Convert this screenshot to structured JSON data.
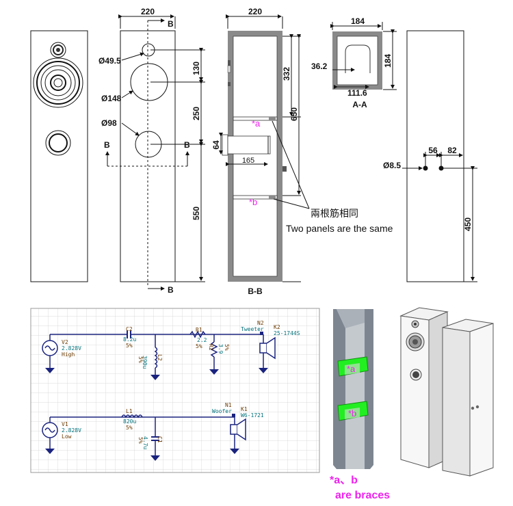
{
  "front_view": {},
  "side_view": {
    "width": "220",
    "section_marker": "B",
    "tweeter_hole": "Ø49.5",
    "mid_hole": "Ø148",
    "woofer_hole": "Ø98",
    "dim_130": "130",
    "dim_250": "250",
    "dim_550": "550"
  },
  "section_bb": {
    "width": "220",
    "dim_332": "332",
    "dim_650": "650",
    "port_height": "64",
    "port_length": "165",
    "brace_a": "*a",
    "brace_b": "*b",
    "title": "B-B",
    "note_cn": "兩根筋相同",
    "note_en": "Two panels are the same"
  },
  "section_aa": {
    "width": "184",
    "height": "184",
    "dim_36": "36.2",
    "dim_111": "111.6",
    "title": "A-A"
  },
  "rear_view": {
    "hole": "Ø8.5",
    "dim_56": "56",
    "dim_82": "82",
    "dim_450": "450"
  },
  "schematic": {
    "high": {
      "source_name": "V2",
      "source_value": "2.828V",
      "source_label": "High",
      "cap_name": "C2",
      "cap_value": "8.2u",
      "cap_tol": "5%",
      "ind_name": "L2",
      "ind_value": "390u",
      "ind_tol": "5%",
      "r1_name": "R1",
      "r1_value": "2.2",
      "r1_tol": "5%",
      "r2_name": "R2",
      "r2_value": "3.9",
      "r2_tol": "5%",
      "node": "N2",
      "node_label": "Tweeter",
      "driver_name": "K2",
      "driver_model": "25-1744S"
    },
    "low": {
      "source_name": "V1",
      "source_value": "2.828V",
      "source_label": "Low",
      "ind_name": "L1",
      "ind_value": "820u",
      "ind_tol": "5%",
      "cap_name": "C1",
      "cap_value": "4.7u",
      "cap_tol": "5%",
      "node": "N1",
      "node_label": "Woofer",
      "driver_name": "K1",
      "driver_model": "W6-1721"
    }
  },
  "render_3d": {
    "brace_a": "*a",
    "brace_b": "*b",
    "caption_1": "*a、b",
    "caption_2": "are braces"
  },
  "colors": {
    "brace_green": "#22ee22",
    "label_magenta": "#ee22ee",
    "wire_blue": "#1a237e",
    "grid": "#c8c8c8"
  }
}
